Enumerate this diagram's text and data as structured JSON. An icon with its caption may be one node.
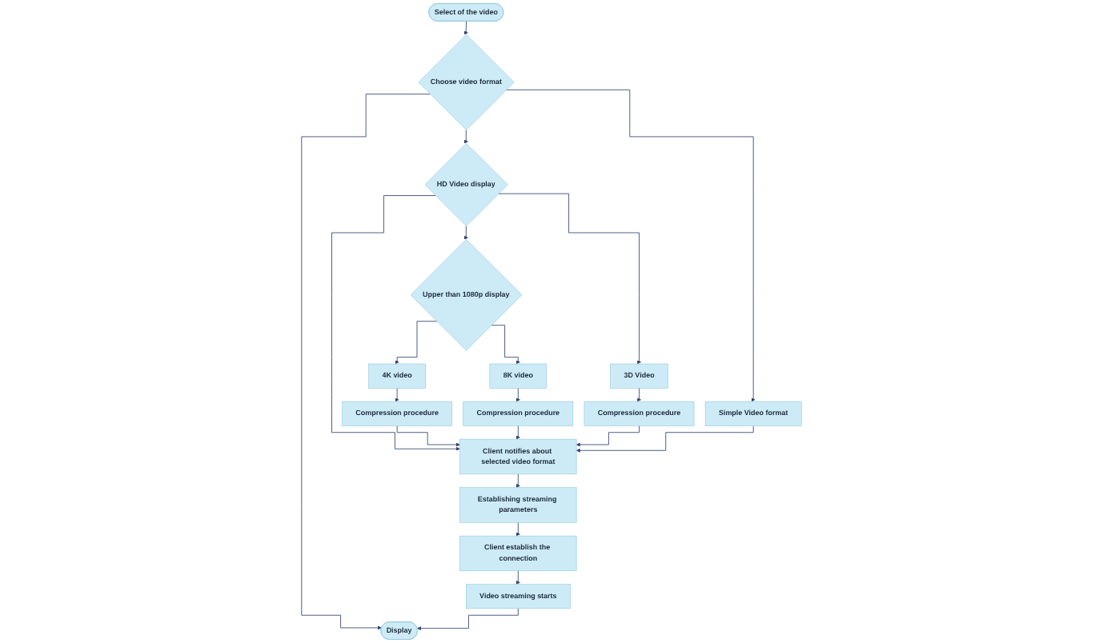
{
  "diagram": {
    "nodes": [
      {
        "text": [
          "Select of the video"
        ]
      },
      {
        "text": [
          "Choose video format"
        ]
      },
      {
        "text": [
          "Display"
        ]
      },
      {
        "text": [
          "HD Video display"
        ]
      },
      {
        "text": [
          "Simple Video format"
        ]
      },
      {
        "text": [
          "Upper than 1080p display"
        ]
      },
      {
        "text": [
          "3D Video"
        ]
      },
      {
        "text": [
          "Client notifies about selected video format"
        ]
      },
      {
        "text": [
          "4K video"
        ]
      },
      {
        "text": [
          "8K video"
        ]
      },
      {
        "text": [
          "Compression procedure"
        ]
      },
      {
        "text": [
          "Establishing streaming parameters"
        ]
      },
      {
        "text": [
          "Compression procedure"
        ]
      },
      {
        "text": [
          "Compression procedure"
        ]
      },
      {
        "text": [
          "Client establish the connection"
        ]
      },
      {
        "text": [
          "Video streaming starts"
        ]
      }
    ],
    "edges": [
      {
        "from": 0,
        "to": 1,
        "arrow": "to"
      },
      {
        "from": 1,
        "to": 2,
        "arrow": "to"
      },
      {
        "from": 1,
        "to": 3,
        "arrow": "to"
      },
      {
        "from": 1,
        "to": 4,
        "arrow": "to"
      },
      {
        "from": 3,
        "to": 7,
        "arrow": "to"
      },
      {
        "from": 3,
        "to": 5,
        "arrow": "to"
      },
      {
        "from": 3,
        "to": 6,
        "arrow": "to"
      },
      {
        "from": 4,
        "to": 7,
        "arrow": "to"
      },
      {
        "from": 5,
        "to": 8,
        "arrow": "to"
      },
      {
        "from": 5,
        "to": 9,
        "arrow": "to"
      },
      {
        "from": 6,
        "to": 10,
        "arrow": "to"
      },
      {
        "from": 8,
        "to": 12,
        "arrow": "to"
      },
      {
        "from": 9,
        "to": 13,
        "arrow": "to"
      },
      {
        "from": 10,
        "to": 7,
        "arrow": "to"
      },
      {
        "from": 13,
        "to": 7,
        "arrow": "to"
      },
      {
        "from": 12,
        "to": 7,
        "arrow": "to"
      },
      {
        "from": 7,
        "to": 11,
        "arrow": "to"
      },
      {
        "from": 11,
        "to": 14,
        "arrow": "to"
      },
      {
        "from": 14,
        "to": 15,
        "arrow": "to"
      },
      {
        "from": 15,
        "to": 2,
        "arrow": "to"
      }
    ]
  }
}
